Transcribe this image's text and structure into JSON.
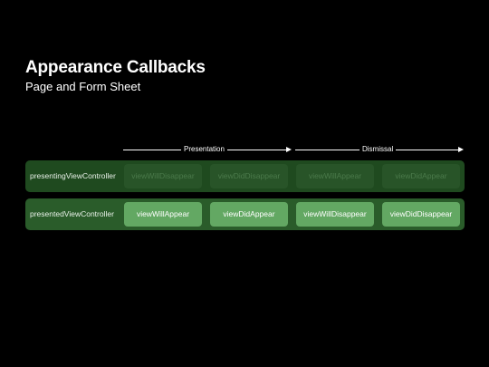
{
  "header": {
    "title": "Appearance Callbacks",
    "subtitle": "Page and Form Sheet"
  },
  "phases": {
    "presentation": "Presentation",
    "dismissal": "Dismissal"
  },
  "rows": {
    "presenting": {
      "label": "presentingViewController",
      "cells": [
        "viewWillDisappear",
        "viewDidDisappear",
        "viewWillAppear",
        "viewDidAppear"
      ],
      "state": "inactive"
    },
    "presented": {
      "label": "presentedViewController",
      "cells": [
        "viewWillAppear",
        "viewDidAppear",
        "viewWillDisappear",
        "viewDidDisappear"
      ],
      "state": "active"
    }
  },
  "colors": {
    "background": "#000000",
    "row_presenting": "#1f4a1f",
    "row_presented": "#2a5c2a",
    "cell_active": "#63a863",
    "cell_inactive": "#285428"
  }
}
